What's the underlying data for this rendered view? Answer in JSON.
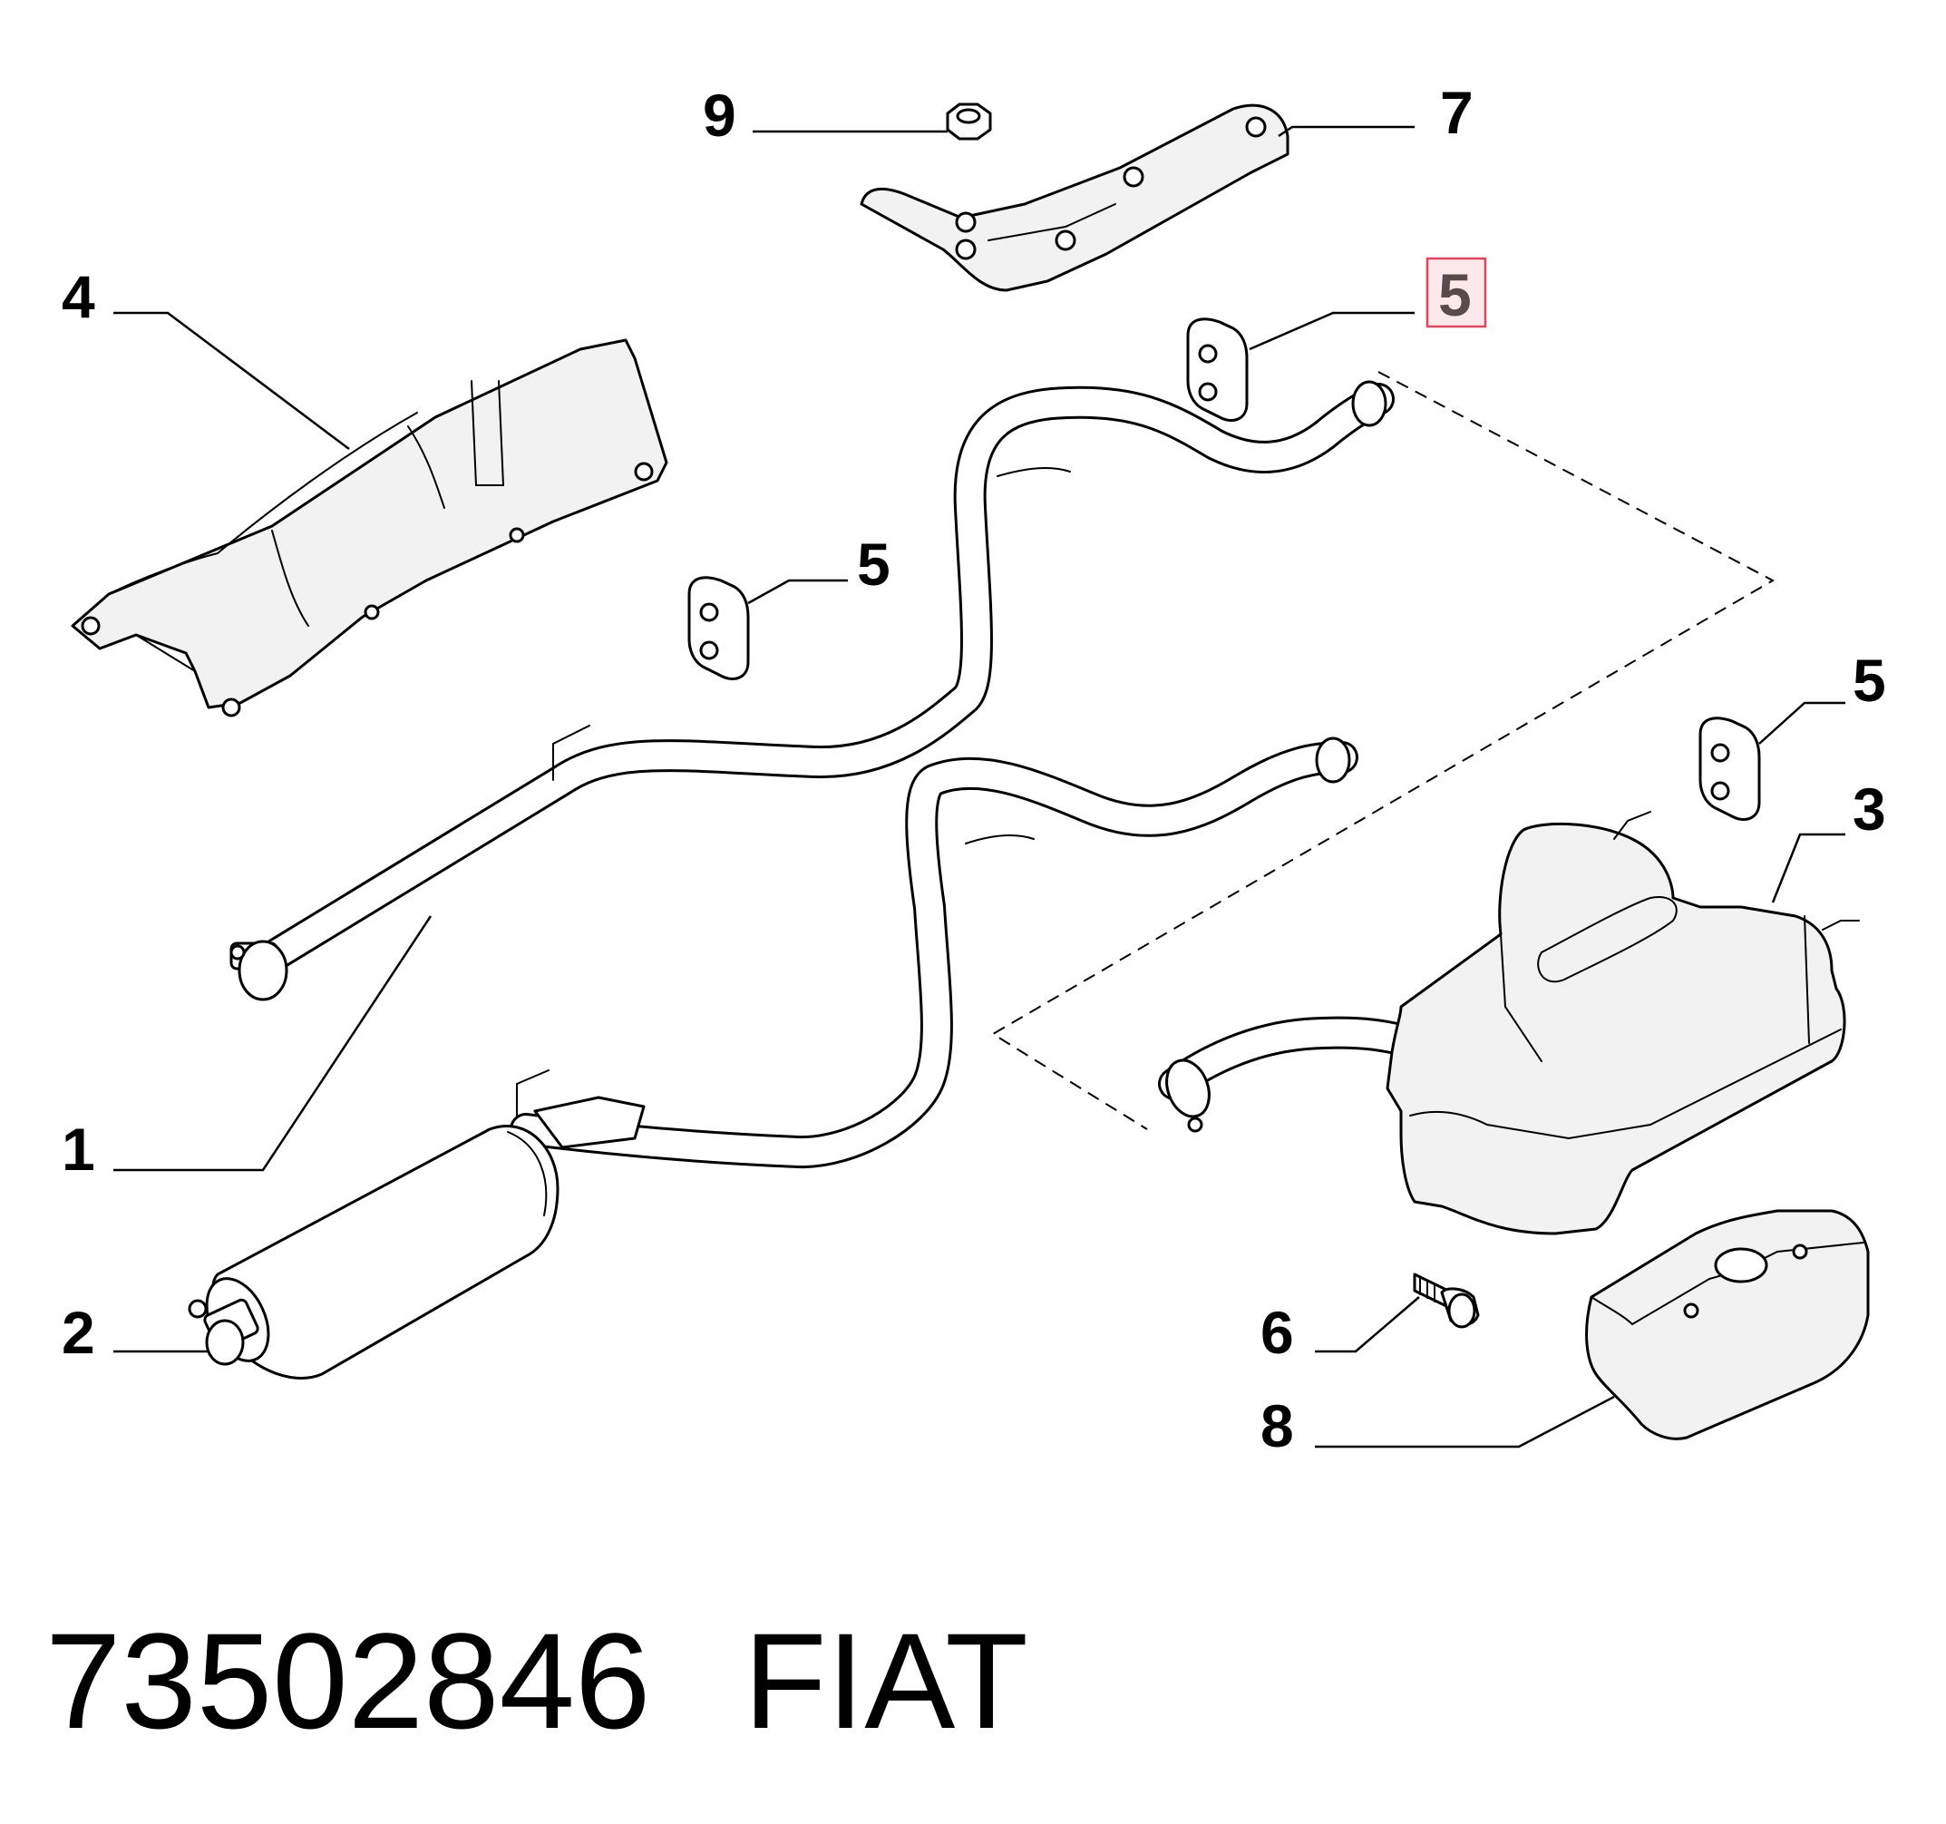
{
  "callouts": {
    "c9": "9",
    "c7": "7",
    "c4": "4",
    "c5_top": "5",
    "c5_mid": "5",
    "c5_right": "5",
    "c3": "3",
    "c1": "1",
    "c2": "2",
    "c6": "6",
    "c8": "8"
  },
  "highlight_color": "#d9485f",
  "footer": {
    "part_number": "73502846",
    "brand": "FIAT"
  }
}
